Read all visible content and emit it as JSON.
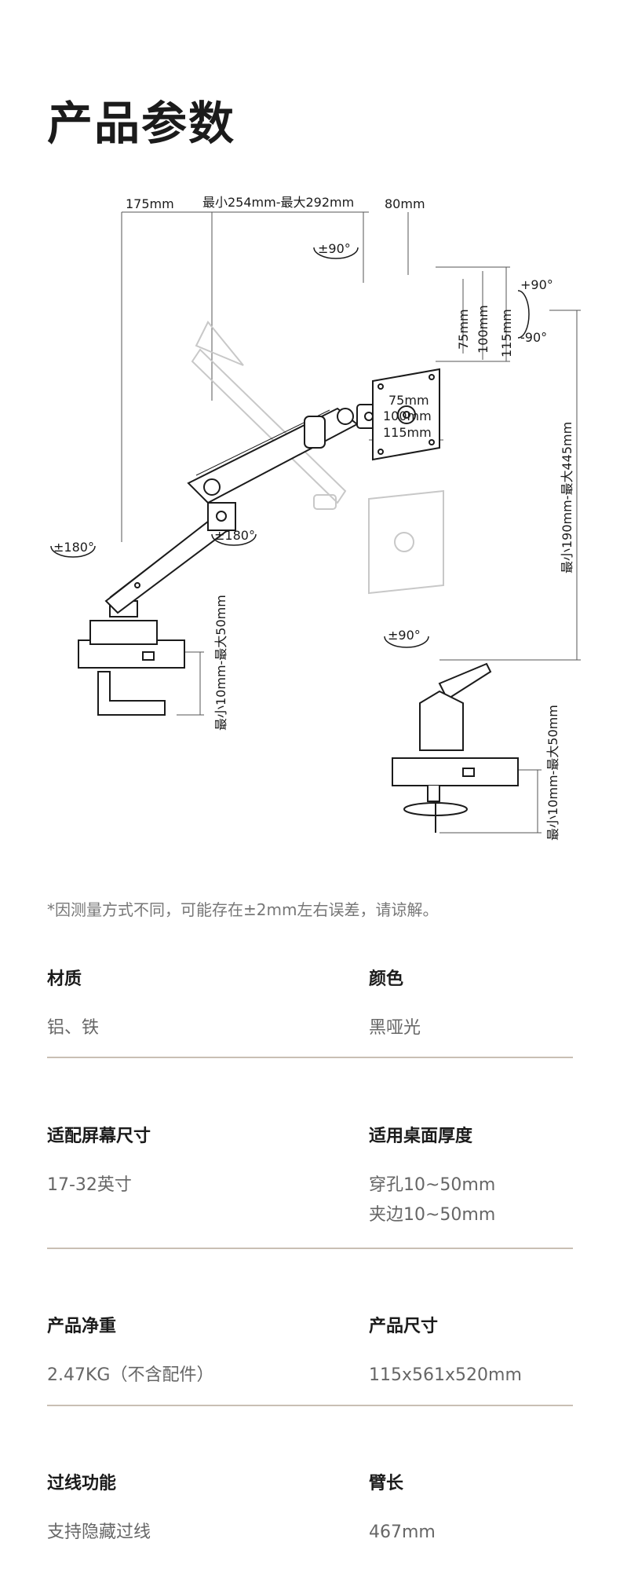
{
  "page": {
    "title": "产品参数"
  },
  "diagram": {
    "labels": {
      "depth_175": "175mm",
      "reach": "最小254mm-最大292mm",
      "offset_80": "80mm",
      "rot_plate_top": "±90°",
      "rot_plate_bottom": "±90°",
      "tilt_up": "+90°",
      "tilt_down": "-90°",
      "vesa_75_v": "75mm",
      "vesa_100_v": "100mm",
      "vesa_115_v": "115mm",
      "vesa_75_h": "75mm",
      "vesa_100_h": "100mm",
      "vesa_115_h": "115mm",
      "height_range": "最小190mm-最大445mm",
      "rot_base": "±180°",
      "rot_elbow": "±180°",
      "clamp_range": "最小10mm-最大50mm",
      "grommet_range": "最小10mm-最大50mm"
    }
  },
  "note": "*因测量方式不同，可能存在±2mm左右误差，请谅解。",
  "specs": [
    {
      "left": {
        "label": "材质",
        "values": [
          "铝、铁"
        ]
      },
      "right": {
        "label": "颜色",
        "values": [
          "黑哑光"
        ]
      }
    },
    {
      "left": {
        "label": "适配屏幕尺寸",
        "values": [
          "17-32英寸"
        ]
      },
      "right": {
        "label": "适用桌面厚度",
        "values": [
          "穿孔10~50mm",
          "夹边10~50mm"
        ]
      }
    },
    {
      "left": {
        "label": "产品净重",
        "values": [
          "2.47KG（不含配件）"
        ]
      },
      "right": {
        "label": "产品尺寸",
        "values": [
          "115x561x520mm"
        ]
      }
    },
    {
      "left": {
        "label": "过线功能",
        "values": [
          "支持隐藏过线"
        ]
      },
      "right": {
        "label": "臂长",
        "values": [
          "467mm"
        ]
      }
    }
  ]
}
